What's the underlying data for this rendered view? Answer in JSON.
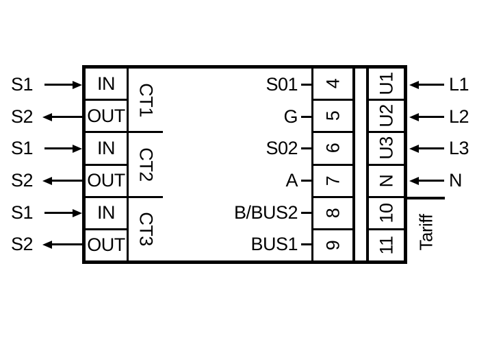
{
  "left_block": {
    "external_rows": [
      {
        "label": "S1",
        "dir": "in"
      },
      {
        "label": "S2",
        "dir": "out"
      },
      {
        "label": "S1",
        "dir": "in"
      },
      {
        "label": "S2",
        "dir": "out"
      },
      {
        "label": "S1",
        "dir": "in"
      },
      {
        "label": "S2",
        "dir": "out"
      }
    ],
    "terminals": [
      "IN",
      "OUT",
      "IN",
      "OUT",
      "IN",
      "OUT"
    ],
    "groups": [
      "CT1",
      "CT2",
      "CT3"
    ]
  },
  "right_block": {
    "signals": [
      "S01",
      "G",
      "S02",
      "A",
      "B/BUS2",
      "BUS1"
    ],
    "terminal_numbers": [
      "4",
      "5",
      "6",
      "7",
      "8",
      "9"
    ],
    "voltage_terminals": [
      "U1",
      "U2",
      "U3",
      "N",
      "10",
      "11"
    ],
    "external_lines": [
      "L1",
      "L2",
      "L3",
      "N"
    ],
    "tariff_label": "Tariff"
  },
  "colors": {
    "line": "#000000",
    "background": "#ffffff"
  }
}
